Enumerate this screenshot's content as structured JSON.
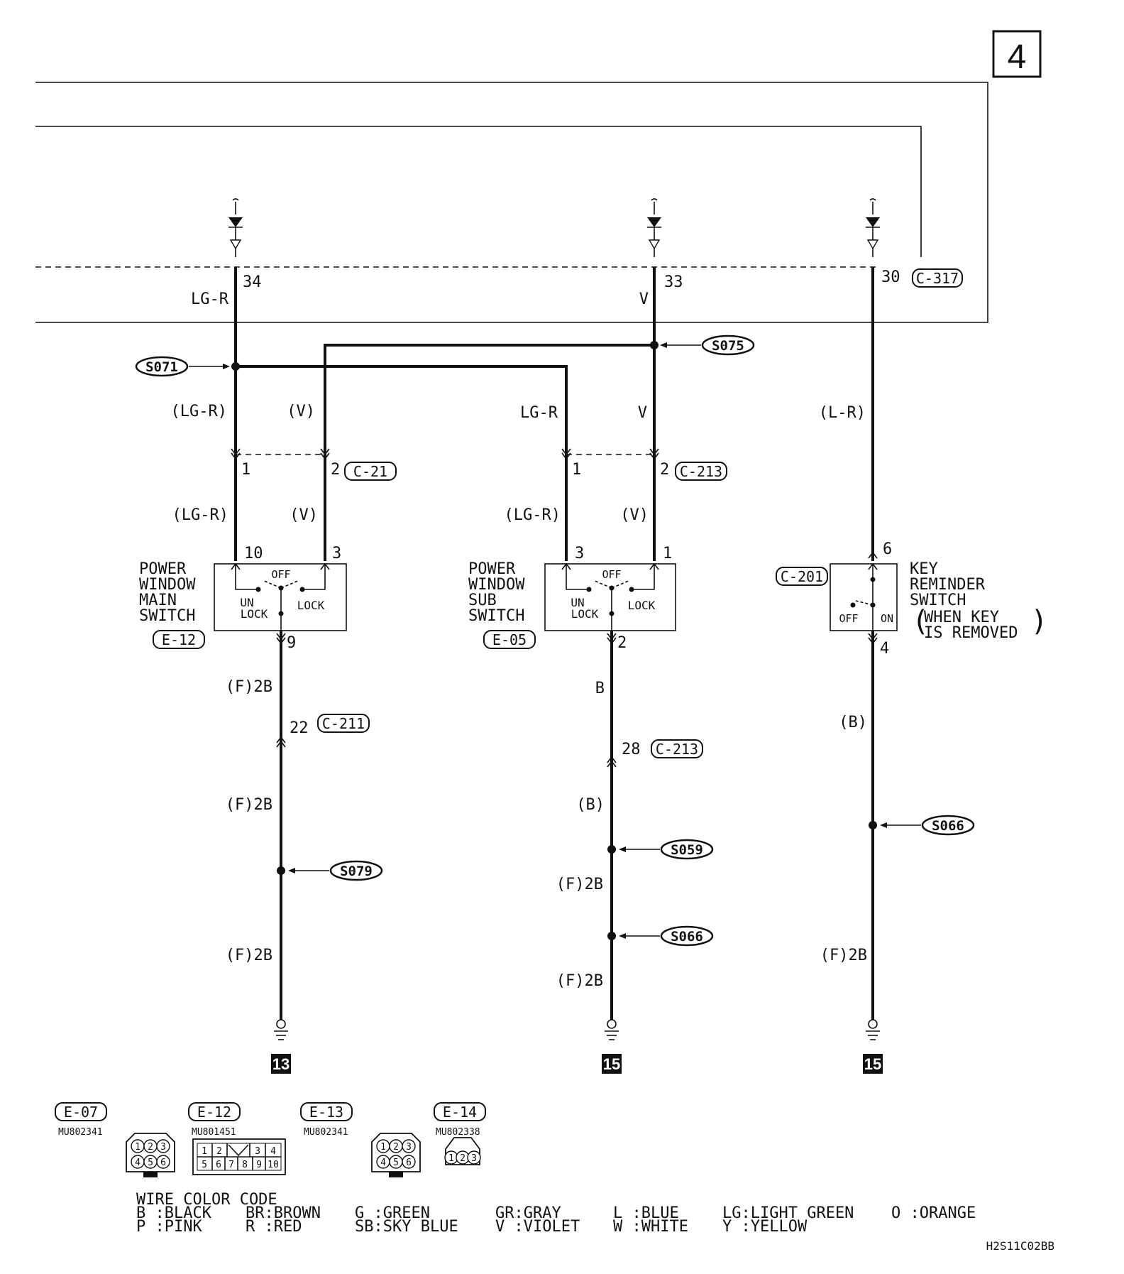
{
  "page_number": "4",
  "drawing_code": "H2S11C02BB",
  "top_wire_labels": [
    "LG-R",
    "V"
  ],
  "ecu_pins": {
    "pin_34": "34",
    "pin_33": "33",
    "pin_30": "30",
    "connector": "C-317"
  },
  "splices": {
    "s071": "S071",
    "s075": "S075",
    "s079": "S079",
    "s059": "S059",
    "s066_a": "S066",
    "s066_b": "S066"
  },
  "wire_labels": {
    "lg_r_paren": "(LG-R)",
    "v_paren": "(V)",
    "lg_r": "LG-R",
    "v": "V",
    "l_r_paren": "(L-R)",
    "b": "B",
    "b_paren": "(B)",
    "f2b": "(F)2B"
  },
  "connectors": {
    "c211_upper": "C-21",
    "c211": "C-211",
    "c213": "C-213",
    "c201": "C-201",
    "e12": "E-12",
    "e05": "E-05"
  },
  "pins": {
    "p1": "1",
    "p2": "2",
    "p3": "3",
    "p10": "10",
    "p9": "9",
    "p22": "22",
    "p6": "6",
    "p4": "4",
    "p28": "28"
  },
  "main_switch": {
    "title": [
      "POWER",
      "WINDOW",
      "MAIN",
      "SWITCH"
    ],
    "off": "OFF",
    "unlock": [
      "UN",
      "LOCK"
    ],
    "lock": "LOCK"
  },
  "sub_switch": {
    "title": [
      "POWER",
      "WINDOW",
      "SUB",
      "SWITCH"
    ],
    "off": "OFF",
    "unlock": [
      "UN",
      "LOCK"
    ],
    "lock": "LOCK"
  },
  "key_switch": {
    "title": [
      "KEY",
      "REMINDER",
      "SWITCH"
    ],
    "note": [
      "WHEN KEY",
      "IS REMOVED"
    ],
    "off": "OFF",
    "on": "ON"
  },
  "grounds": [
    "13",
    "15",
    "15"
  ],
  "connector_views": [
    {
      "id": "E-07",
      "part": "MU802341",
      "pins": [
        "1",
        "2",
        "3",
        "4",
        "5",
        "6"
      ]
    },
    {
      "id": "E-12",
      "part": "MU801451",
      "pins": [
        "1",
        "2",
        "",
        "3",
        "4",
        "5",
        "6",
        "7",
        "8",
        "9",
        "10"
      ]
    },
    {
      "id": "E-13",
      "part": "MU802341",
      "pins": [
        "1",
        "2",
        "3",
        "4",
        "5",
        "6"
      ]
    },
    {
      "id": "E-14",
      "part": "MU802338",
      "pins": [
        "1",
        "2",
        "3"
      ]
    }
  ],
  "legend": {
    "title": "WIRE COLOR CODE",
    "row1": [
      "B :BLACK",
      "BR:BROWN",
      "G :GREEN",
      "GR:GRAY",
      "L :BLUE",
      "LG:LIGHT GREEN",
      "O :ORANGE"
    ],
    "row2": [
      "P :PINK",
      "R :RED",
      "SB:SKY BLUE",
      "V :VIOLET",
      "W :WHITE",
      "Y :YELLOW"
    ]
  }
}
